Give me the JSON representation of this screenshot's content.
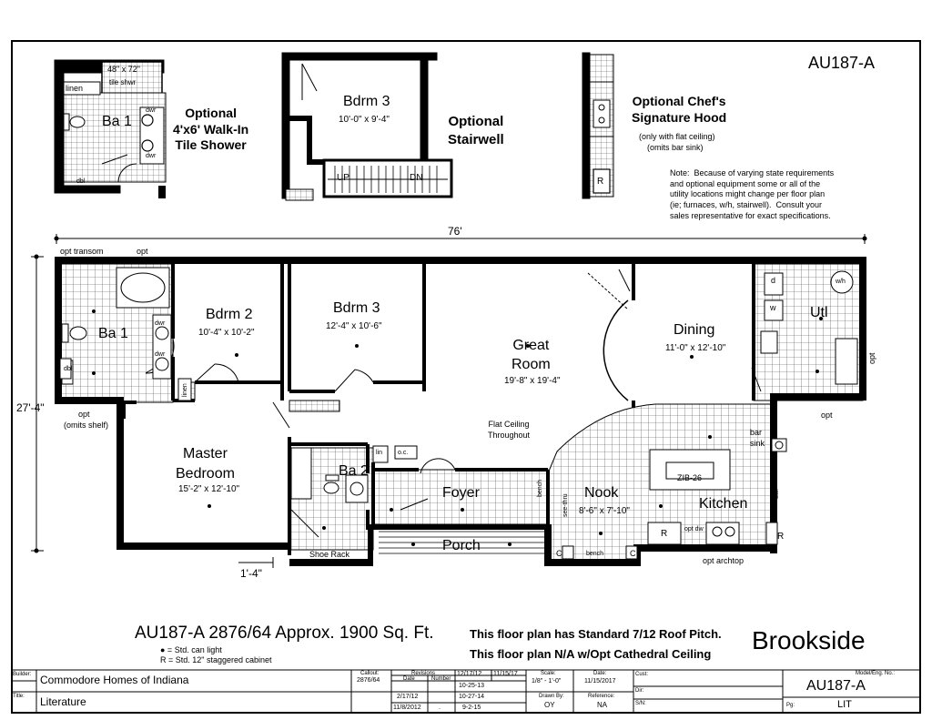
{
  "plan_code": "AU187-A",
  "overall_width": "76'",
  "overall_depth": "27'-4\"",
  "offset_dim": "1'-4\"",
  "options": {
    "walk_in_shower": "Optional\n4'x6' Walk-In\nTile Shower",
    "stairwell": "Optional\nStairwell",
    "chef_hood": "Optional Chef's\nSignature Hood",
    "chef_hood_note1": "(only with flat ceiling)",
    "chef_hood_note2": "(omits bar sink)"
  },
  "note": "Note:  Because of varying state requirements\nand optional equipment some or all of the\nutility locations might change per floor plan\n(ie; furnaces, w/h, stairwell).  Consult your\nsales representative for exact specifications.",
  "inset_labels": {
    "shower_size": "48\" x 72\"",
    "tile_shower": "tile shwr",
    "linen": "linen",
    "ba1": "Ba 1",
    "dwr_a": "dwr",
    "dwr_b": "dwr",
    "dbl": "dbl",
    "bdrm3": "Bdrm 3",
    "bdrm3_dim": "10'-0\" x 9'-4\"",
    "up": "UP",
    "dn": "DN",
    "r": "R"
  },
  "rooms": {
    "bdrm2": {
      "name": "Bdrm 2",
      "dim": "10'-4\" x 10'-2\""
    },
    "bdrm3": {
      "name": "Bdrm 3",
      "dim": "12'-4\" x 10'-6\""
    },
    "great_room": {
      "name": "Great\nRoom",
      "dim": "19'-8\" x 19'-4\""
    },
    "dining": {
      "name": "Dining",
      "dim": "11'-0\" x 12'-10\""
    },
    "utl": {
      "name": "Utl"
    },
    "ba1": {
      "name": "Ba 1"
    },
    "master": {
      "name": "Master\nBedroom",
      "dim": "15'-2\" x 12'-10\""
    },
    "ba2": {
      "name": "Ba 2"
    },
    "foyer": {
      "name": "Foyer"
    },
    "porch": {
      "name": "Porch"
    },
    "nook": {
      "name": "Nook",
      "dim": "8'-6\" x 7'-10\""
    },
    "kitchen": {
      "name": "Kitchen"
    }
  },
  "plan_labels": {
    "opt_transom": "opt transom",
    "opt_top": "opt",
    "opt_left": "opt",
    "omits_shelf": "(omits shelf)",
    "opt_right": "opt",
    "opt_util": "opt",
    "opt_archtop": "opt archtop",
    "flat_ceiling": "Flat Ceiling\nThroughout",
    "linen": "linen",
    "lin": "lin",
    "oc": "o.c.",
    "shoe_rack": "Shoe Rack",
    "bench_a": "bench",
    "bench_b": "bench",
    "see_thru": "see-thru",
    "zib": "ZIB-26",
    "bar_sink": "bar\nsink",
    "opt_dw": "opt dw",
    "dwr1": "dwr",
    "dwr2": "dwr",
    "dwr3": "dwr",
    "r1": "R",
    "r2": "R",
    "c1": "C",
    "c2": "C",
    "wh": "w/h",
    "d": "d",
    "w": "w",
    "dbl": "dbl",
    "dwr_k": "dwr"
  },
  "footer": {
    "headline": "AU187-A 2876/64  Approx. 1900 Sq. Ft.",
    "legend1": "● = Std. can light",
    "legend2": "R = Std. 12\" staggered cabinet",
    "roof1": "This floor plan has Standard 7/12 Roof Pitch.",
    "roof2": "This floor plan N/A w/Opt Cathedral Ceiling",
    "series": "Brookside"
  },
  "title_block": {
    "builder_label": "Builder:",
    "builder": "Commodore Homes of Indiana",
    "title_label": "Title:",
    "title": "Literature",
    "callout_label": "Callout:",
    "callout": "2876/64",
    "revisions_label": "Revisions",
    "date_label": "Date",
    "number_label": "Number",
    "rev_a": "12/17/12",
    "rev_b": "11/15/17",
    "rev_dates": [
      "2/17/12",
      "11/8/2012"
    ],
    "rev_numbers": [
      "10-25-13",
      "10-27-14",
      "9-2-15"
    ],
    "rev_dots": ".",
    "scale_label": "Scale:",
    "scale": "1/8\" - 1'-0\"",
    "drawn_label": "Drawn By:",
    "drawn": "OY",
    "date_hdr": "Date:",
    "date": "11/15/2017",
    "dir_label": "Dir:",
    "ref_label": "Reference:",
    "ref": "NA",
    "cust_label": "Cust:",
    "sn_label": "S/N:",
    "model_label": "Model/Eng. No.:",
    "model": "AU187-A",
    "pg_label": "Pg:",
    "pg": "LIT"
  }
}
